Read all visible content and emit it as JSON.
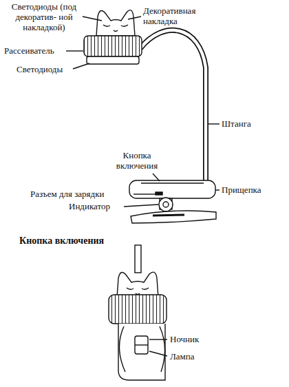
{
  "diagram": {
    "labels": [
      "Светодиоды (под декоратив- ной накладкой)",
      "Декоративная накладка",
      "Рассеиватель",
      "Светодиоды",
      "Штанга",
      "Кнопка включения",
      "Разъем для зарядки",
      "Прищепка",
      "Индикатор",
      "Кнопка включения",
      "Ночник",
      "Лампа"
    ]
  }
}
